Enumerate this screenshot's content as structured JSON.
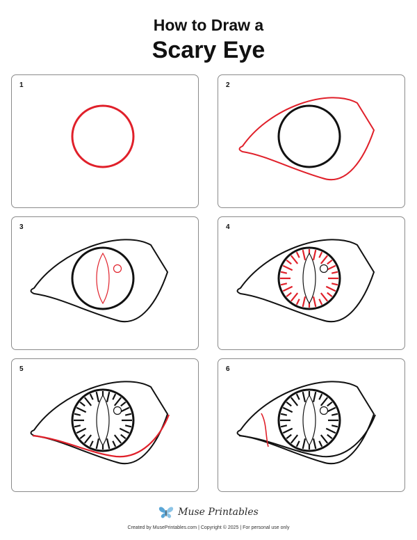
{
  "header": {
    "line1": "How to Draw a",
    "line2": "Scary Eye"
  },
  "steps": [
    {
      "number": "1"
    },
    {
      "number": "2"
    },
    {
      "number": "3"
    },
    {
      "number": "4"
    },
    {
      "number": "5"
    },
    {
      "number": "6"
    }
  ],
  "brand": {
    "name": "Muse Printables",
    "icon": "butterfly-icon"
  },
  "footer": {
    "text": "Created by MusePrintables.com | Copyright © 2025 | For personal use only"
  },
  "colors": {
    "accent_red": "#e0202a",
    "line_black": "#111111",
    "butterfly_blue": "#5aa6d6"
  }
}
